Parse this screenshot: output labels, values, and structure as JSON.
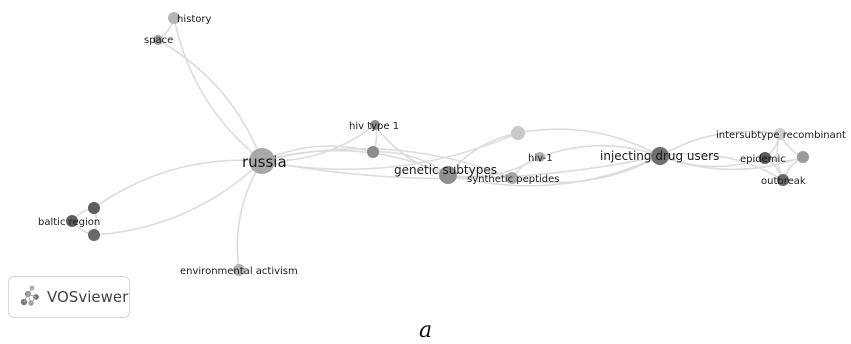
{
  "network": {
    "nodes": [
      {
        "id": "history",
        "label": "history",
        "color": "#b5b5b5"
      },
      {
        "id": "space",
        "label": "space",
        "color": "#9a9a9a"
      },
      {
        "id": "russia",
        "label": "russia",
        "color": "#a8a8a8"
      },
      {
        "id": "hiv_type_1",
        "label": "hiv type 1",
        "color": "#8a8a8a"
      },
      {
        "id": "genetic_subtypes",
        "label": "genetic subtypes",
        "color": "#8f8f8f"
      },
      {
        "id": "hiv_1",
        "label": "hiv-1",
        "color": "#b0b0b0"
      },
      {
        "id": "synthetic_peptides",
        "label": "synthetic peptides",
        "color": "#a5a5a5"
      },
      {
        "id": "injecting_drug_users",
        "label": "injecting drug users",
        "color": "#6f6f6f"
      },
      {
        "id": "intersubtype_recombinant",
        "label": "intersubtype recombinant",
        "color": "#cfcfcf"
      },
      {
        "id": "epidemic",
        "label": "epidemic",
        "color": "#5a5a5a"
      },
      {
        "id": "outbreak",
        "label": "outbreak",
        "color": "#6a6a6a"
      },
      {
        "id": "baltic_region",
        "label": "baltic region",
        "color": "#5f5f5f"
      },
      {
        "id": "environmental_activism",
        "label": "environmental activism",
        "color": "#b3b3b3"
      },
      {
        "id": "unlabeled_1",
        "label": "",
        "color": "#c9c9c9"
      },
      {
        "id": "unlabeled_2",
        "label": "",
        "color": "#8c8c8c"
      },
      {
        "id": "unlabeled_3",
        "label": "",
        "color": "#9a9a9a"
      },
      {
        "id": "unlabeled_4",
        "label": "",
        "color": "#5e5e5e"
      },
      {
        "id": "unlabeled_5",
        "label": "",
        "color": "#6a6a6a"
      }
    ],
    "edges": [
      [
        "russia",
        "history"
      ],
      [
        "russia",
        "space"
      ],
      [
        "history",
        "space"
      ],
      [
        "russia",
        "hiv_type_1"
      ],
      [
        "russia",
        "genetic_subtypes"
      ],
      [
        "russia",
        "unlabeled_1"
      ],
      [
        "russia",
        "unlabeled_2"
      ],
      [
        "russia",
        "injecting_drug_users"
      ],
      [
        "russia",
        "synthetic_peptides"
      ],
      [
        "russia",
        "unlabeled_4"
      ],
      [
        "russia",
        "unlabeled_5"
      ],
      [
        "russia",
        "environmental_activism"
      ],
      [
        "baltic_region",
        "unlabeled_4"
      ],
      [
        "baltic_region",
        "unlabeled_5"
      ],
      [
        "unlabeled_4",
        "unlabeled_5"
      ],
      [
        "hiv_type_1",
        "genetic_subtypes"
      ],
      [
        "hiv_type_1",
        "unlabeled_2"
      ],
      [
        "genetic_subtypes",
        "unlabeled_2"
      ],
      [
        "genetic_subtypes",
        "unlabeled_1"
      ],
      [
        "genetic_subtypes",
        "hiv_1"
      ],
      [
        "genetic_subtypes",
        "synthetic_peptides"
      ],
      [
        "genetic_subtypes",
        "injecting_drug_users"
      ],
      [
        "unlabeled_1",
        "injecting_drug_users"
      ],
      [
        "hiv_1",
        "synthetic_peptides"
      ],
      [
        "hiv_1",
        "injecting_drug_users"
      ],
      [
        "synthetic_peptides",
        "injecting_drug_users"
      ],
      [
        "injecting_drug_users",
        "intersubtype_recombinant"
      ],
      [
        "injecting_drug_users",
        "epidemic"
      ],
      [
        "injecting_drug_users",
        "outbreak"
      ],
      [
        "injecting_drug_users",
        "unlabeled_3"
      ],
      [
        "intersubtype_recombinant",
        "epidemic"
      ],
      [
        "intersubtype_recombinant",
        "unlabeled_3"
      ],
      [
        "epidemic",
        "outbreak"
      ],
      [
        "epidemic",
        "unlabeled_3"
      ],
      [
        "outbreak",
        "unlabeled_3"
      ],
      [
        "intersubtype_recombinant",
        "outbreak"
      ]
    ]
  },
  "badge": {
    "label": "VOSviewer",
    "icon": "vosviewer-logo-icon"
  },
  "caption": "a"
}
